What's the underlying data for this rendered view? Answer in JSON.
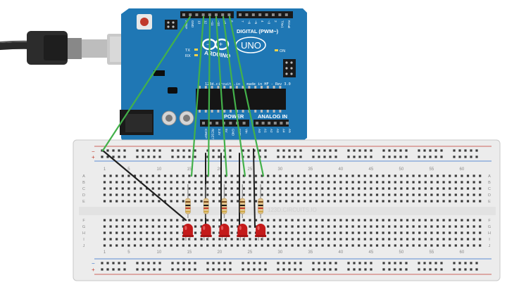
{
  "board": {
    "logo_text": "ARDUINO",
    "model": "UNO",
    "digital_header_label": "DIGITAL (PWM~)",
    "power_label": "POWER",
    "analog_label": "ANALOG IN",
    "chip_text": "123d.circuits.io - made in HF - Rev 3.0",
    "on_label": "ON",
    "tx_label": "TX",
    "rx_label": "RX",
    "top_pin_labels": [
      "AREF",
      "GND",
      "13",
      "12",
      "~11",
      "~10",
      "~9",
      "8",
      "7",
      "~6",
      "~5",
      "4",
      "~3",
      "2",
      "TX▸1",
      "RX◂0"
    ],
    "power_pin_labels": [
      "IOREF",
      "RESET",
      "3.3V",
      "5V",
      "GND",
      "GND",
      "Vin"
    ],
    "analog_pin_labels": [
      "A0",
      "A1",
      "A2",
      "A3",
      "A4",
      "A5"
    ]
  },
  "breadboard": {
    "column_numbers": [
      "1",
      "5",
      "10",
      "15",
      "20",
      "25",
      "30",
      "35",
      "40",
      "45",
      "50",
      "55",
      "60"
    ],
    "row_letters_top": [
      "A",
      "B",
      "C",
      "D",
      "E"
    ],
    "row_letters_bottom": [
      "F",
      "G",
      "H",
      "I",
      "J"
    ],
    "rail_minus": "−",
    "rail_plus": "+",
    "watermark": "123D.CIRCUITS.IO"
  },
  "components": {
    "led_count": 5,
    "resistor_count": 5,
    "led_color": "#c41a1a",
    "wire_green": "#43b14a",
    "wire_black": "#1f1f1f",
    "board_color": "#1f77b4"
  }
}
